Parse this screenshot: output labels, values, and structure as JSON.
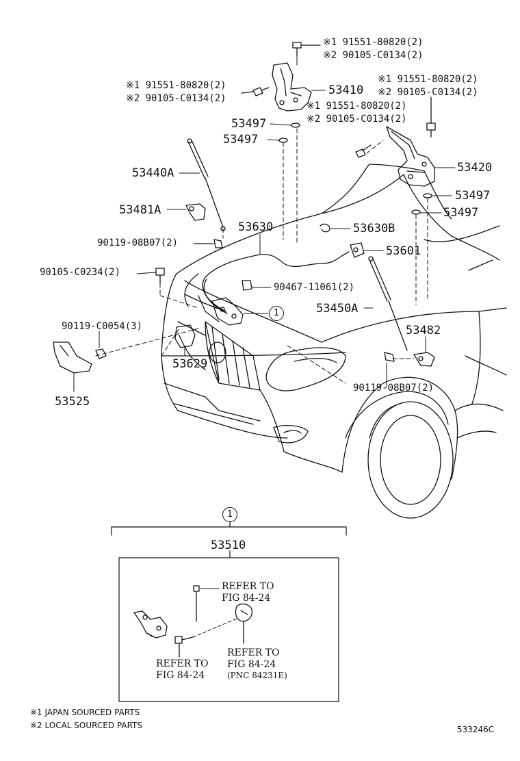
{
  "labels": {
    "bolt_top_1": "※1 91551-80820(2)",
    "bolt_top_2": "※2 90105-C0134(2)",
    "bolt_left_1": "※1 91551-80820(2)",
    "bolt_left_2": "※2 90105-C0134(2)",
    "bolt_right_1": "※1 91551-80820(2)",
    "bolt_right_2": "※2 90105-C0134(2)",
    "bolt_mid_1": "※1 91551-80820(2)",
    "bolt_mid_2": "※2 90105-C0134(2)",
    "p53410": "53410",
    "p53420": "53420",
    "p53497_a": "53497",
    "p53497_b": "53497",
    "p53497_c": "53497",
    "p53497_d": "53497",
    "p53440A": "53440A",
    "p53481A": "53481A",
    "p53630": "53630",
    "p53630B": "53630B",
    "p53601": "53601",
    "p90119_08B07_l": "90119-08B07(2)",
    "p90105_C0234": "90105-C0234(2)",
    "p90467_11061": "90467-11061(2)",
    "p53450A": "53450A",
    "p53482": "53482",
    "p90119_C0054": "90119-C0054(3)",
    "p53629": "53629",
    "p53525": "53525",
    "p90119_08B07_r": "90119-08B07(2)",
    "callout_1": "1",
    "callout_1_box": "1",
    "p53510": "53510",
    "ref_a_1": "REFER TO",
    "ref_a_2": "FIG 84-24",
    "ref_b_1": "REFER TO",
    "ref_b_2": "FIG 84-24",
    "ref_b_3": "(PNC 84231E)",
    "ref_c_1": "REFER TO",
    "ref_c_2": "FIG 84-24"
  },
  "footer": {
    "note_1": "※1 JAPAN SOURCED PARTS",
    "note_2": "※2 LOCAL SOURCED PARTS",
    "figure_code": "533246C"
  }
}
